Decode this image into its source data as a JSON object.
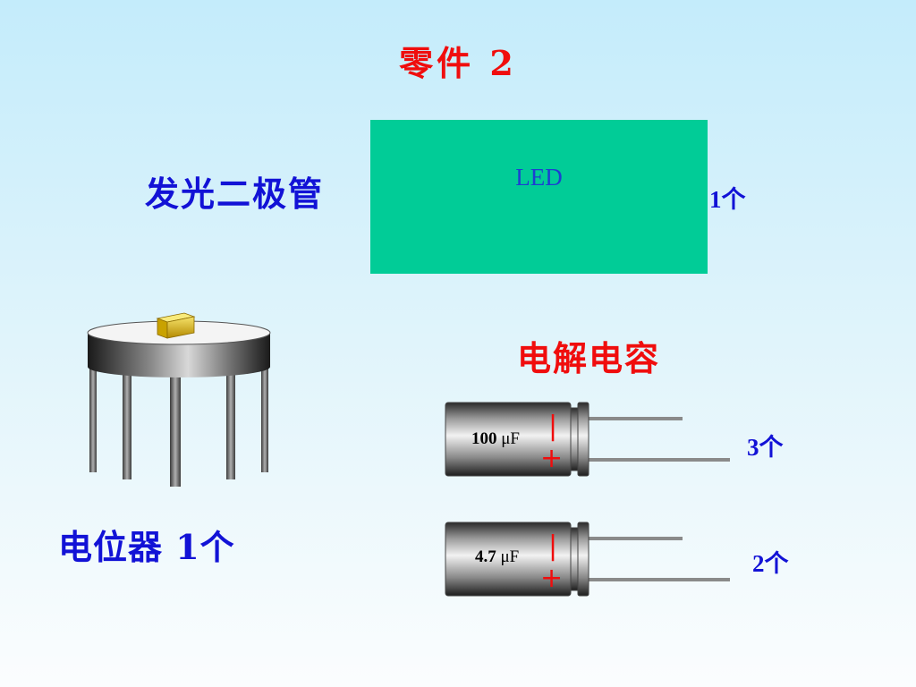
{
  "slide": {
    "title": "零件 2",
    "led": {
      "name": "发光二极管",
      "box_text": "LED",
      "count": "1个",
      "box_color": "#01cc97"
    },
    "potentiometer": {
      "label": "电位器  1个"
    },
    "capacitors": {
      "heading": "电解电容",
      "items": [
        {
          "value_num": "100",
          "value_unit": "μF",
          "minus": "|",
          "plus": "+",
          "count": "3个"
        },
        {
          "value_num": "4.7",
          "value_unit": "μF",
          "minus": "|",
          "plus": "+",
          "count": "2个"
        }
      ]
    },
    "colors": {
      "title": "#f00d0d",
      "label": "#1212d6"
    }
  }
}
